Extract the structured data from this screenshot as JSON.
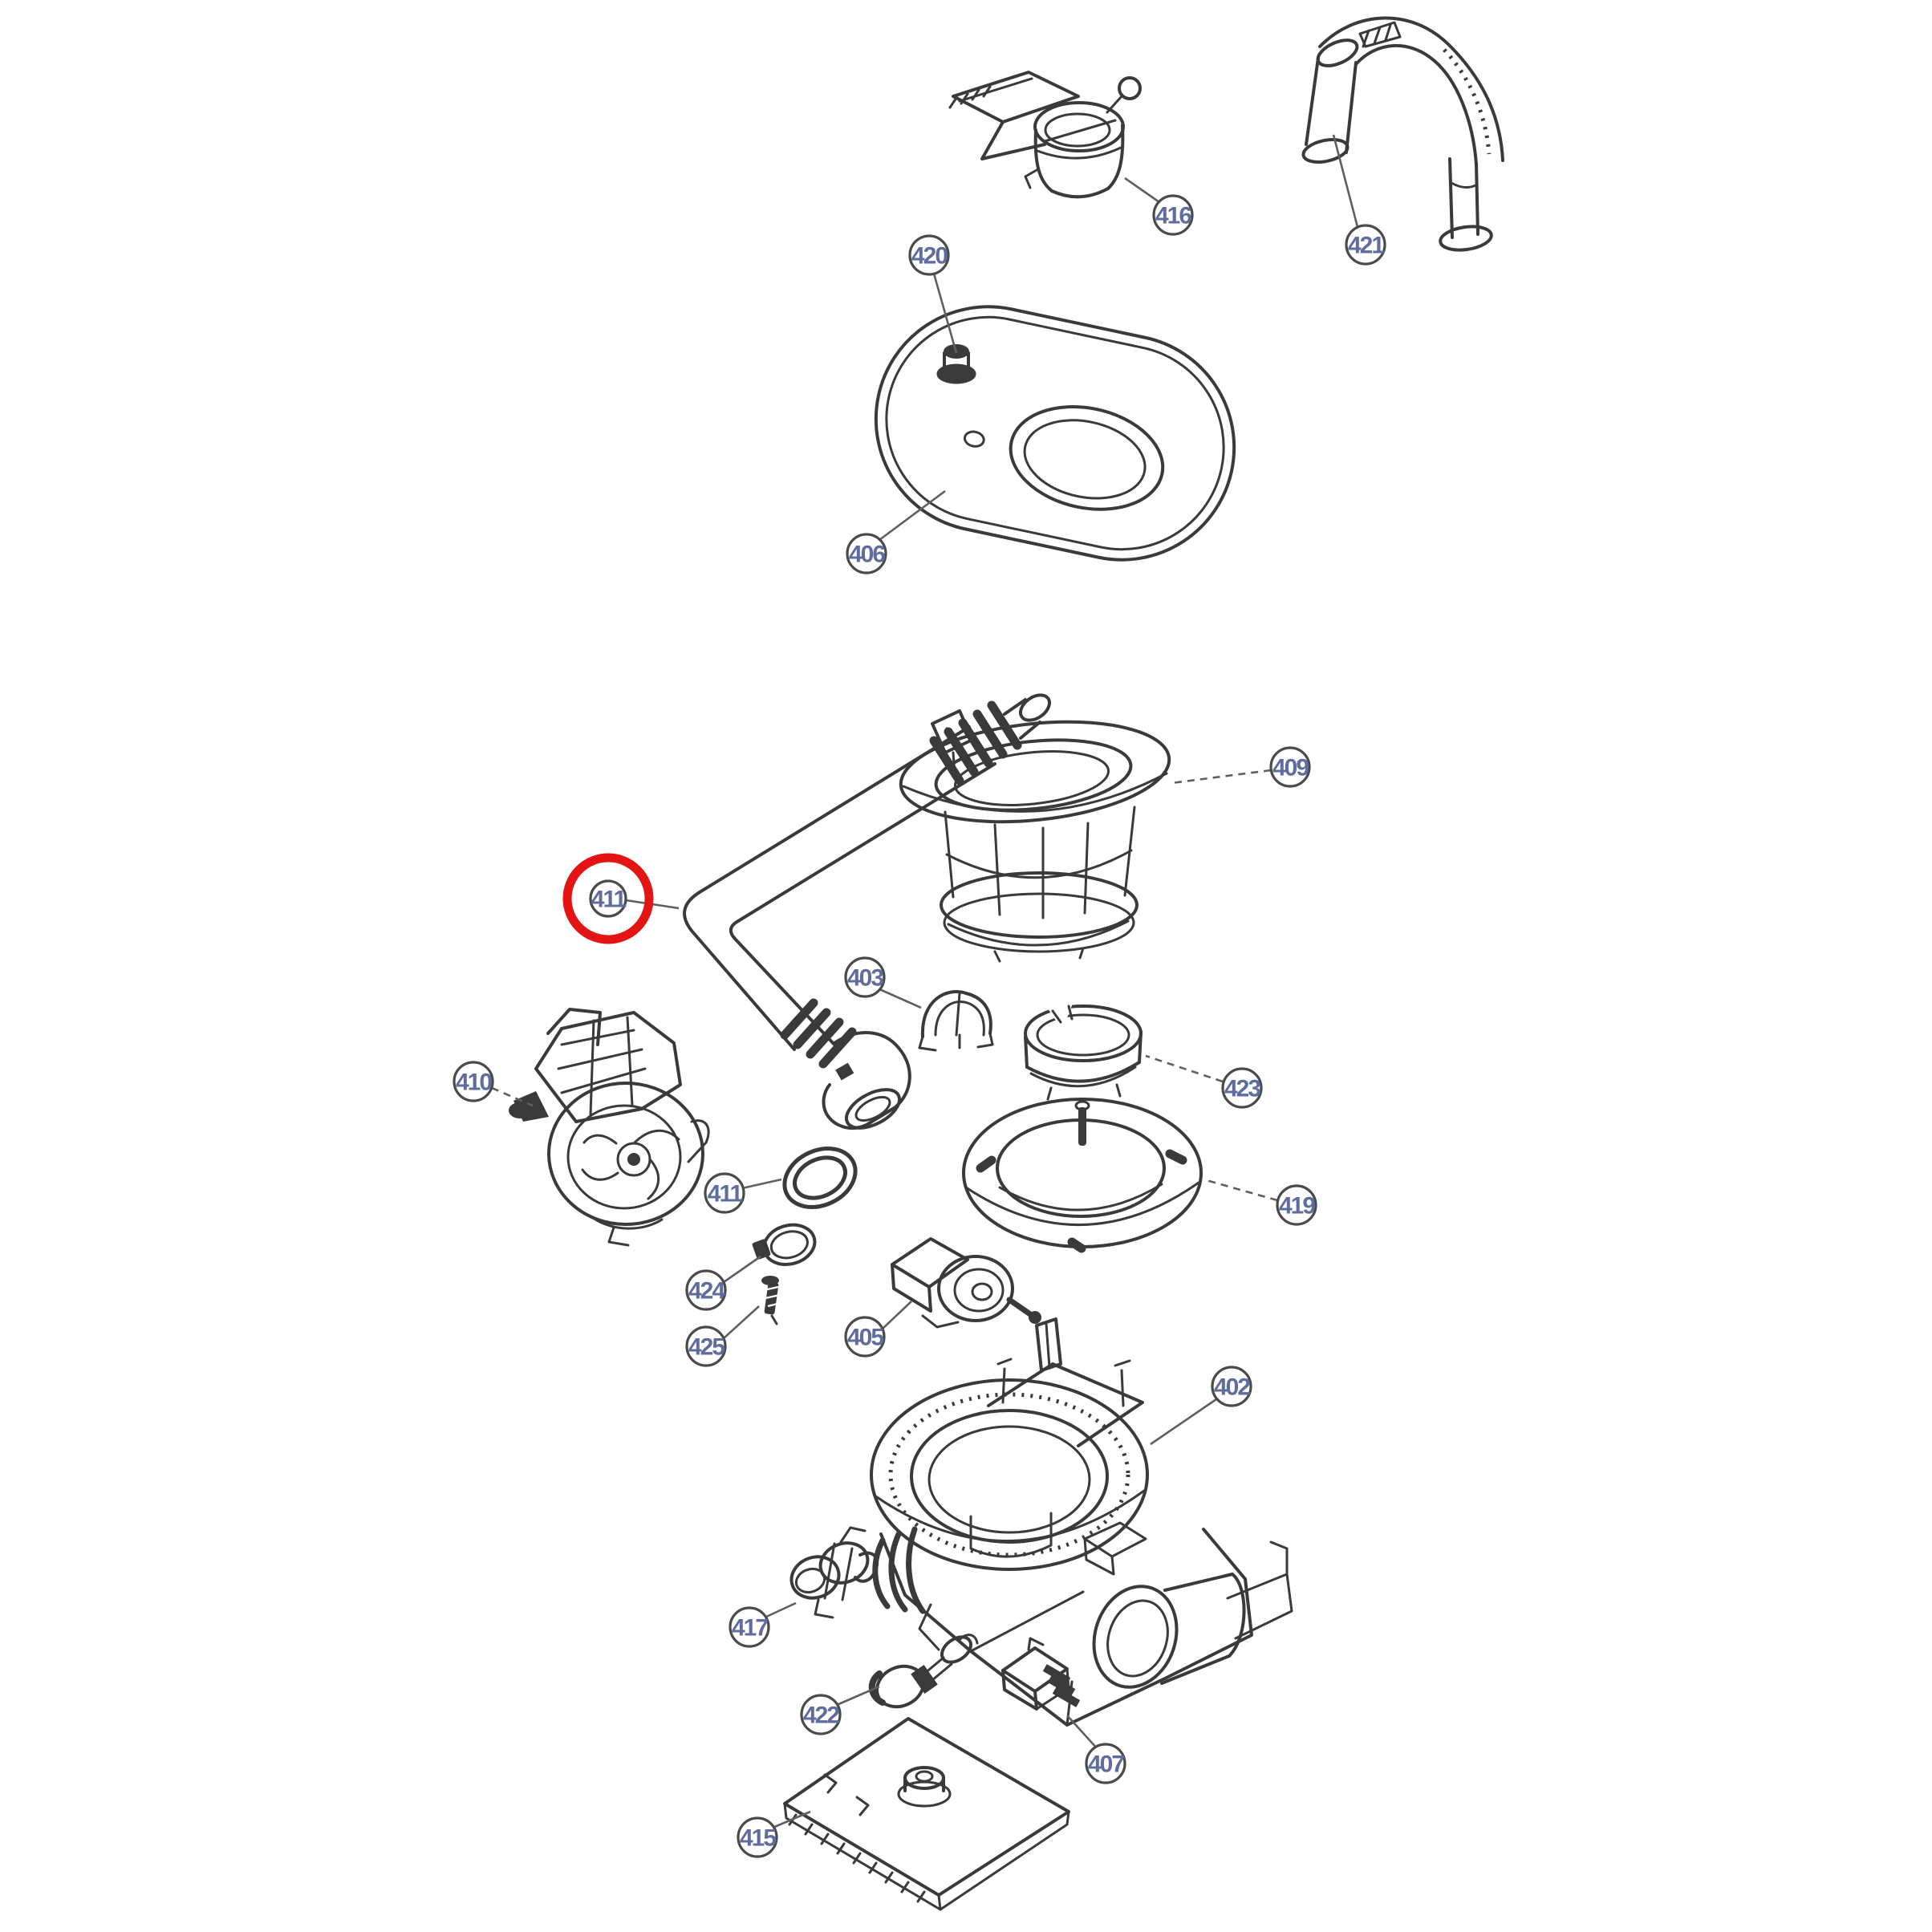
{
  "diagram": {
    "background_color": "#ffffff",
    "line_color": "#3a3a3a",
    "label_color": "#5f6c9e"
  },
  "highlight": {
    "part_label": "411",
    "color": "#e51414"
  },
  "callouts": [
    {
      "label": "416"
    },
    {
      "label": "421"
    },
    {
      "label": "420"
    },
    {
      "label": "406"
    },
    {
      "label": "409"
    },
    {
      "label": "411"
    },
    {
      "label": "403"
    },
    {
      "label": "410"
    },
    {
      "label": "423"
    },
    {
      "label": "411"
    },
    {
      "label": "419"
    },
    {
      "label": "424"
    },
    {
      "label": "425"
    },
    {
      "label": "405"
    },
    {
      "label": "402"
    },
    {
      "label": "417"
    },
    {
      "label": "422"
    },
    {
      "label": "407"
    },
    {
      "label": "415"
    }
  ]
}
